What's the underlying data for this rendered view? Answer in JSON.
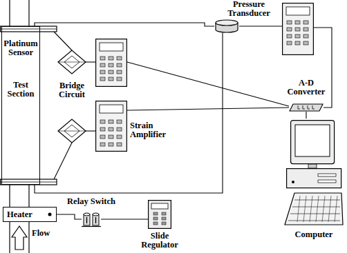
{
  "diagram": {
    "nodes": [
      {
        "text": [
          "Platinum Sensor",
          "Test Section"
        ]
      },
      {
        "text": [
          "Heater"
        ]
      },
      {
        "text": [
          "Pressure Transducer"
        ]
      },
      {
        "text": [
          "Strain Amplifier"
        ]
      },
      {
        "text": [
          "A-D Converter"
        ]
      },
      {
        "text": [
          "Computer"
        ]
      },
      {
        "text": [
          "Relay Switch"
        ]
      },
      {
        "text": [
          "Slide Regulator"
        ]
      }
    ],
    "edges": [
      {
        "from": 0,
        "to": 2,
        "arrow": "none"
      },
      {
        "from": 0,
        "to": 2,
        "arrow": "none"
      },
      {
        "from": 3,
        "to": 4,
        "arrow": "none"
      },
      {
        "from": 4,
        "to": 5,
        "arrow": "none"
      },
      {
        "from": 1,
        "to": 6,
        "arrow": "none"
      },
      {
        "from": 6,
        "to": 7,
        "arrow": "none"
      }
    ],
    "labels": [
      "Bridge Circuit",
      "Flow"
    ]
  }
}
